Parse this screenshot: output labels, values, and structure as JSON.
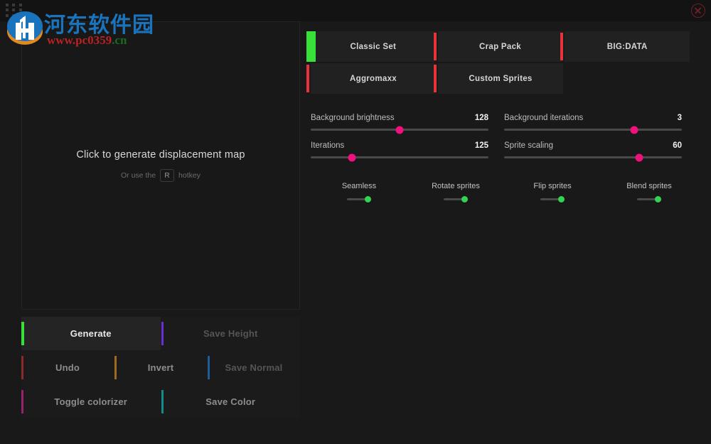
{
  "window": {
    "drag_handle": "drag-dots-handle",
    "close_label": "close-icon"
  },
  "watermark": {
    "site_name": "河东软件园",
    "url_prefix": "www.",
    "url_main": "pc0359",
    "url_suffix": ".cn"
  },
  "preview": {
    "title": "Click to generate displacement map",
    "sub_before": "Or use the",
    "hotkey": "R",
    "sub_after": "hotkey"
  },
  "actions": {
    "rows": [
      [
        {
          "label": "Generate",
          "accent": "#3ae03a",
          "state": "active"
        },
        {
          "label": "Save Height",
          "accent": "#6b2fd6",
          "state": "dim"
        }
      ],
      [
        {
          "label": "Undo",
          "accent": "#8a2a2a",
          "state": "lit"
        },
        {
          "label": "Invert",
          "accent": "#a06a1e",
          "state": "lit"
        },
        {
          "label": "Save Normal",
          "accent": "#1f5d96",
          "state": "dim"
        }
      ],
      [
        {
          "label": "Toggle colorizer",
          "accent": "#9b2170",
          "state": "lit"
        },
        {
          "label": "Save Color",
          "accent": "#128c8c",
          "state": "lit"
        }
      ]
    ]
  },
  "sprite_sets": {
    "rows": [
      [
        {
          "label": "Classic Set",
          "accent": "#3ae03a",
          "selected": true
        },
        {
          "label": "Crap Pack",
          "accent": "#e8333a",
          "selected": false
        },
        {
          "label": "BIG:DATA",
          "accent": "#e8333a",
          "selected": false
        }
      ],
      [
        {
          "label": "Aggromaxx",
          "accent": "#e8333a",
          "selected": false
        },
        {
          "label": "Custom Sprites",
          "accent": "#e8333a",
          "selected": false
        }
      ]
    ]
  },
  "sliders": {
    "columns": [
      [
        {
          "name": "Background brightness",
          "value": "128",
          "percent": 50
        },
        {
          "name": "Iterations",
          "value": "125",
          "percent": 23
        }
      ],
      [
        {
          "name": "Background iterations",
          "value": "3",
          "percent": 73
        },
        {
          "name": "Sprite scaling",
          "value": "60",
          "percent": 76
        }
      ]
    ]
  },
  "toggles": {
    "columns": [
      [
        {
          "label": "Seamless",
          "on": true
        },
        {
          "label": "Rotate sprites",
          "on": true
        }
      ],
      [
        {
          "label": "Flip sprites",
          "on": true
        },
        {
          "label": "Blend sprites",
          "on": true
        }
      ]
    ]
  },
  "colors": {
    "accent_pink": "#f0117f",
    "accent_green": "#33d452",
    "background": "#191919",
    "panel": "#1b1b1b",
    "titlebar": "#131313"
  }
}
